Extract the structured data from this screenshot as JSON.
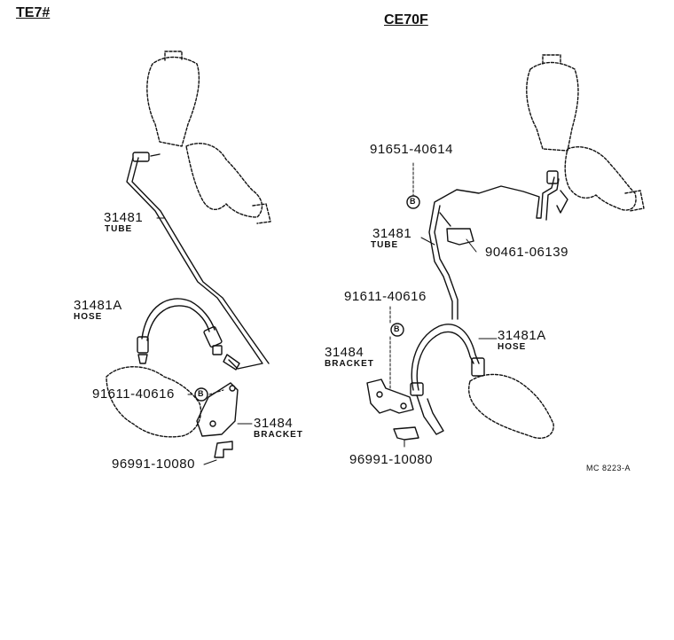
{
  "left": {
    "header": "TE7#",
    "tube": {
      "part": "31481",
      "name": "TUBE"
    },
    "hose": {
      "part": "31481A",
      "name": "HOSE"
    },
    "bolt": {
      "part": "91611-40616",
      "marker": "B"
    },
    "bracket": {
      "part": "31484",
      "name": "BRACKET"
    },
    "clip": {
      "part": "96991-10080"
    }
  },
  "right": {
    "header": "CE70F",
    "bolt_top": {
      "part": "91651-40614",
      "marker": "B"
    },
    "tube": {
      "part": "31481",
      "name": "TUBE"
    },
    "clamp": {
      "part": "90461-06139"
    },
    "bolt": {
      "part": "91611-40616",
      "marker": "B"
    },
    "hose": {
      "part": "31481A",
      "name": "HOSE"
    },
    "bracket": {
      "part": "31484",
      "name": "BRACKET"
    },
    "clip": {
      "part": "96991-10080"
    },
    "code": "MC 8223-A"
  },
  "colors": {
    "line": "#111111",
    "background": "#ffffff"
  }
}
